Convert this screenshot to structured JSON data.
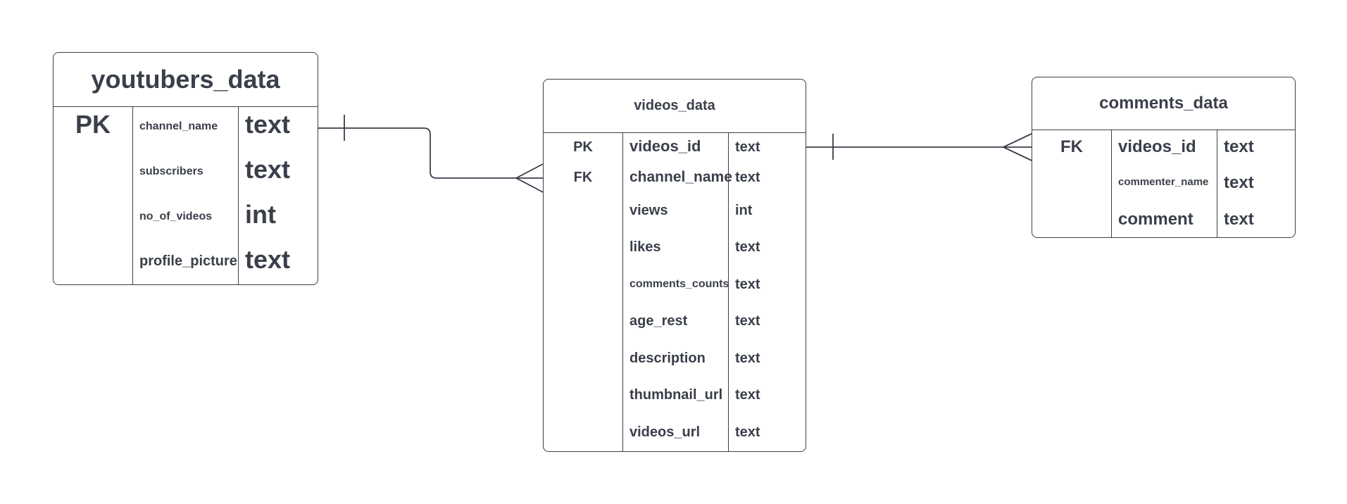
{
  "tables": {
    "youtubers": {
      "title": "youtubers_data",
      "rows": [
        {
          "key": "PK",
          "name": "channel_name",
          "type": "text"
        },
        {
          "key": "",
          "name": "subscribers",
          "type": "text"
        },
        {
          "key": "",
          "name": "no_of_videos",
          "type": "int"
        },
        {
          "key": "",
          "name": "profile_picture",
          "type": "text"
        }
      ]
    },
    "videos": {
      "title": "videos_data",
      "rows": [
        {
          "key": "PK",
          "name": "videos_id",
          "type": "text"
        },
        {
          "key": "FK",
          "name": "channel_name",
          "type": "text"
        },
        {
          "key": "",
          "name": "views",
          "type": "int"
        },
        {
          "key": "",
          "name": "likes",
          "type": "text"
        },
        {
          "key": "",
          "name": "comments_counts",
          "type": "text"
        },
        {
          "key": "",
          "name": "age_rest",
          "type": "text"
        },
        {
          "key": "",
          "name": "description",
          "type": "text"
        },
        {
          "key": "",
          "name": "thumbnail_url",
          "type": "text"
        },
        {
          "key": "",
          "name": "videos_url",
          "type": "text"
        }
      ]
    },
    "comments": {
      "title": "comments_data",
      "rows": [
        {
          "key": "FK",
          "name": "videos_id",
          "type": "text"
        },
        {
          "key": "",
          "name": "commenter_name",
          "type": "text"
        },
        {
          "key": "",
          "name": "comment",
          "type": "text"
        }
      ]
    }
  },
  "relationships": [
    {
      "from": "youtubers_data",
      "to": "videos_data",
      "from_cardinality": "one",
      "to_cardinality": "many"
    },
    {
      "from": "videos_data",
      "to": "comments_data",
      "from_cardinality": "one",
      "to_cardinality": "many"
    }
  ],
  "colors": {
    "stroke": "#3a3f4a",
    "text": "#3a3f4a",
    "background": "#ffffff"
  }
}
